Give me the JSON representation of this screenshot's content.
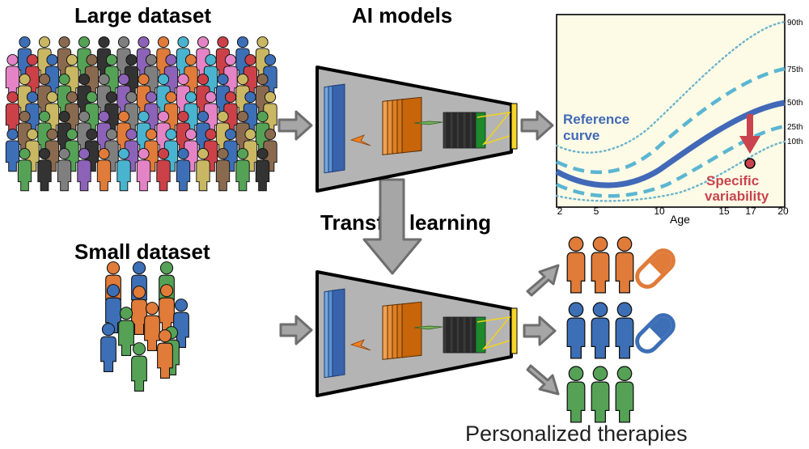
{
  "titles": {
    "large_dataset": "Large dataset",
    "ai_models": "AI models",
    "transfer_learning": "Transfer learning",
    "small_dataset": "Small dataset",
    "personalized_therapies": "Personalized therapies"
  },
  "chart": {
    "reference_label_line1": "Reference",
    "reference_label_line2": "curve",
    "variability_label_line1": "Specific",
    "variability_label_line2": "variability",
    "x_label": "Age",
    "x_ticks": [
      "2",
      "5",
      "10",
      "15",
      "17",
      "20"
    ],
    "percentiles": [
      "90th",
      "75th",
      "50th",
      "25th",
      "10th"
    ],
    "colors": {
      "background": "#fdfbe6",
      "median": "#4169b8",
      "dashed": "#5bb6d2",
      "dotted": "#6cb3cc",
      "arrow": "#c9444f",
      "variability_text": "#c9444f",
      "reference_text": "#4169b8"
    }
  },
  "people_colors": [
    "#3d6fb6",
    "#e07b39",
    "#55a257",
    "#cc4148",
    "#8c63b8",
    "#8a6a4f",
    "#e484c6",
    "#7f7f7f",
    "#c9b763",
    "#49b4cf",
    "#333333"
  ],
  "therapy_colors": {
    "orange": "#e07b39",
    "blue": "#3d6fb6",
    "green": "#55a257"
  },
  "icons": [
    "person-icon",
    "pill-icon",
    "arrow-icon",
    "network-icon"
  ]
}
